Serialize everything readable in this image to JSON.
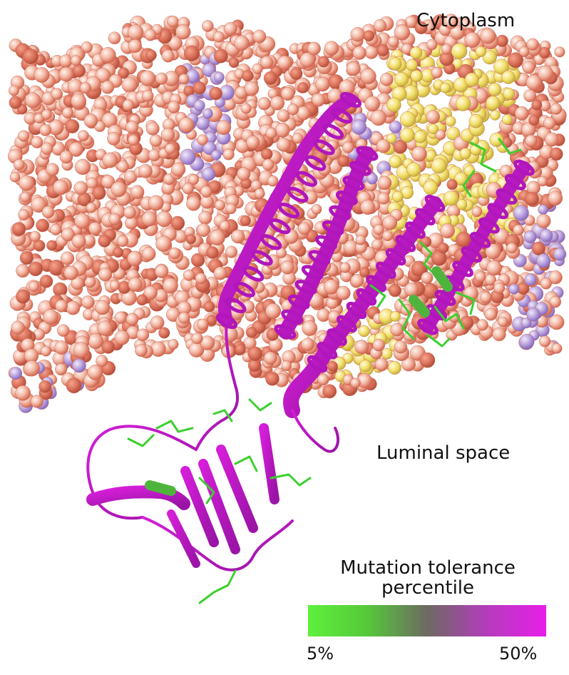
{
  "labels": {
    "top_region": "Cytoplasm",
    "bottom_region": "Luminal space"
  },
  "legend": {
    "title_line1": "Mutation tolerance",
    "title_line2": "percentile",
    "min_label": "5%",
    "max_label": "50%",
    "min_color": "#5ff03c",
    "max_color": "#e01ee6"
  },
  "colors": {
    "membrane_salmon": "#e8836e",
    "membrane_light": "#f7dcd2",
    "lavender": "#b49ad6",
    "yellow": "#f2df6a",
    "ribbon_magenta": "#c81ad0",
    "sidechain_green": "#3ccf2e"
  }
}
